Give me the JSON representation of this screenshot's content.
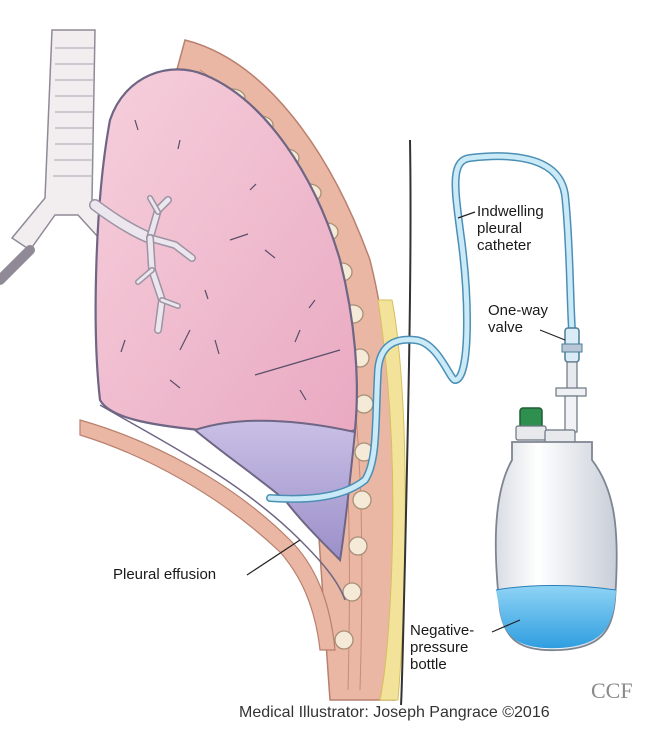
{
  "labels": {
    "catheter": [
      "Indwelling",
      "pleural",
      "catheter"
    ],
    "valve": [
      "One-way",
      "valve"
    ],
    "effusion": "Pleural effusion",
    "bottle": [
      "Negative-",
      "pressure",
      "bottle"
    ]
  },
  "watermark": "CCF",
  "credit": "Medical Illustrator: Joseph Pangrace ©2016",
  "colors": {
    "lung": "#f1c2d3",
    "lung_outline": "#7b6e8a",
    "effusion": "#b3a8d6",
    "catheter": "#a9d6ea",
    "tissue": "#e9b7a4",
    "fat": "#f3e39a",
    "rib": "#f4ead7",
    "fluid": "#4fb4e8",
    "bottle": "#f0f2f5",
    "cap": "#2f8f4e"
  }
}
